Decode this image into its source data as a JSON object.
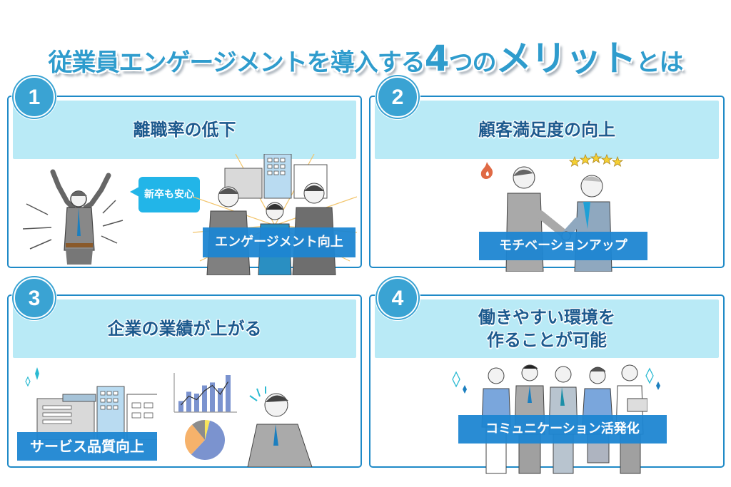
{
  "title": {
    "part1": "従業員エンゲージメントを導入する",
    "number": "4",
    "part2": "つの",
    "emphasis": "メリット",
    "part3": "とは"
  },
  "colors": {
    "accent": "#2f9ccd",
    "card_border": "#1f8ac7",
    "header_bg": "#b9eaf6",
    "header_text": "#1d5a8e",
    "label_bar": "#1e86d2",
    "bubble": "#22b5e8"
  },
  "cards": [
    {
      "number": "1",
      "heading": "離職率の低下",
      "bubble_text": "新卒も安心",
      "label": "エンゲージメント向上",
      "icons": [
        "cheering-man-icon",
        "buildings-icon",
        "team-of-three-icon"
      ]
    },
    {
      "number": "2",
      "heading": "顧客満足度の向上",
      "label": "モチベーションアップ",
      "icons": [
        "flame-icon",
        "five-stars-icon",
        "handshake-icon"
      ]
    },
    {
      "number": "3",
      "heading": "企業の業績が上がる",
      "label": "サービス品質向上",
      "icons": [
        "sparkle-icon",
        "buildings-icon",
        "bar-line-chart-icon",
        "pie-chart-icon",
        "presenting-man-icon"
      ]
    },
    {
      "number": "4",
      "heading": "働きやすい環境を\n作ることが可能",
      "label": "コミュニケーション活発化",
      "icons": [
        "sparkle-icon",
        "group-of-five-icon"
      ]
    }
  ]
}
